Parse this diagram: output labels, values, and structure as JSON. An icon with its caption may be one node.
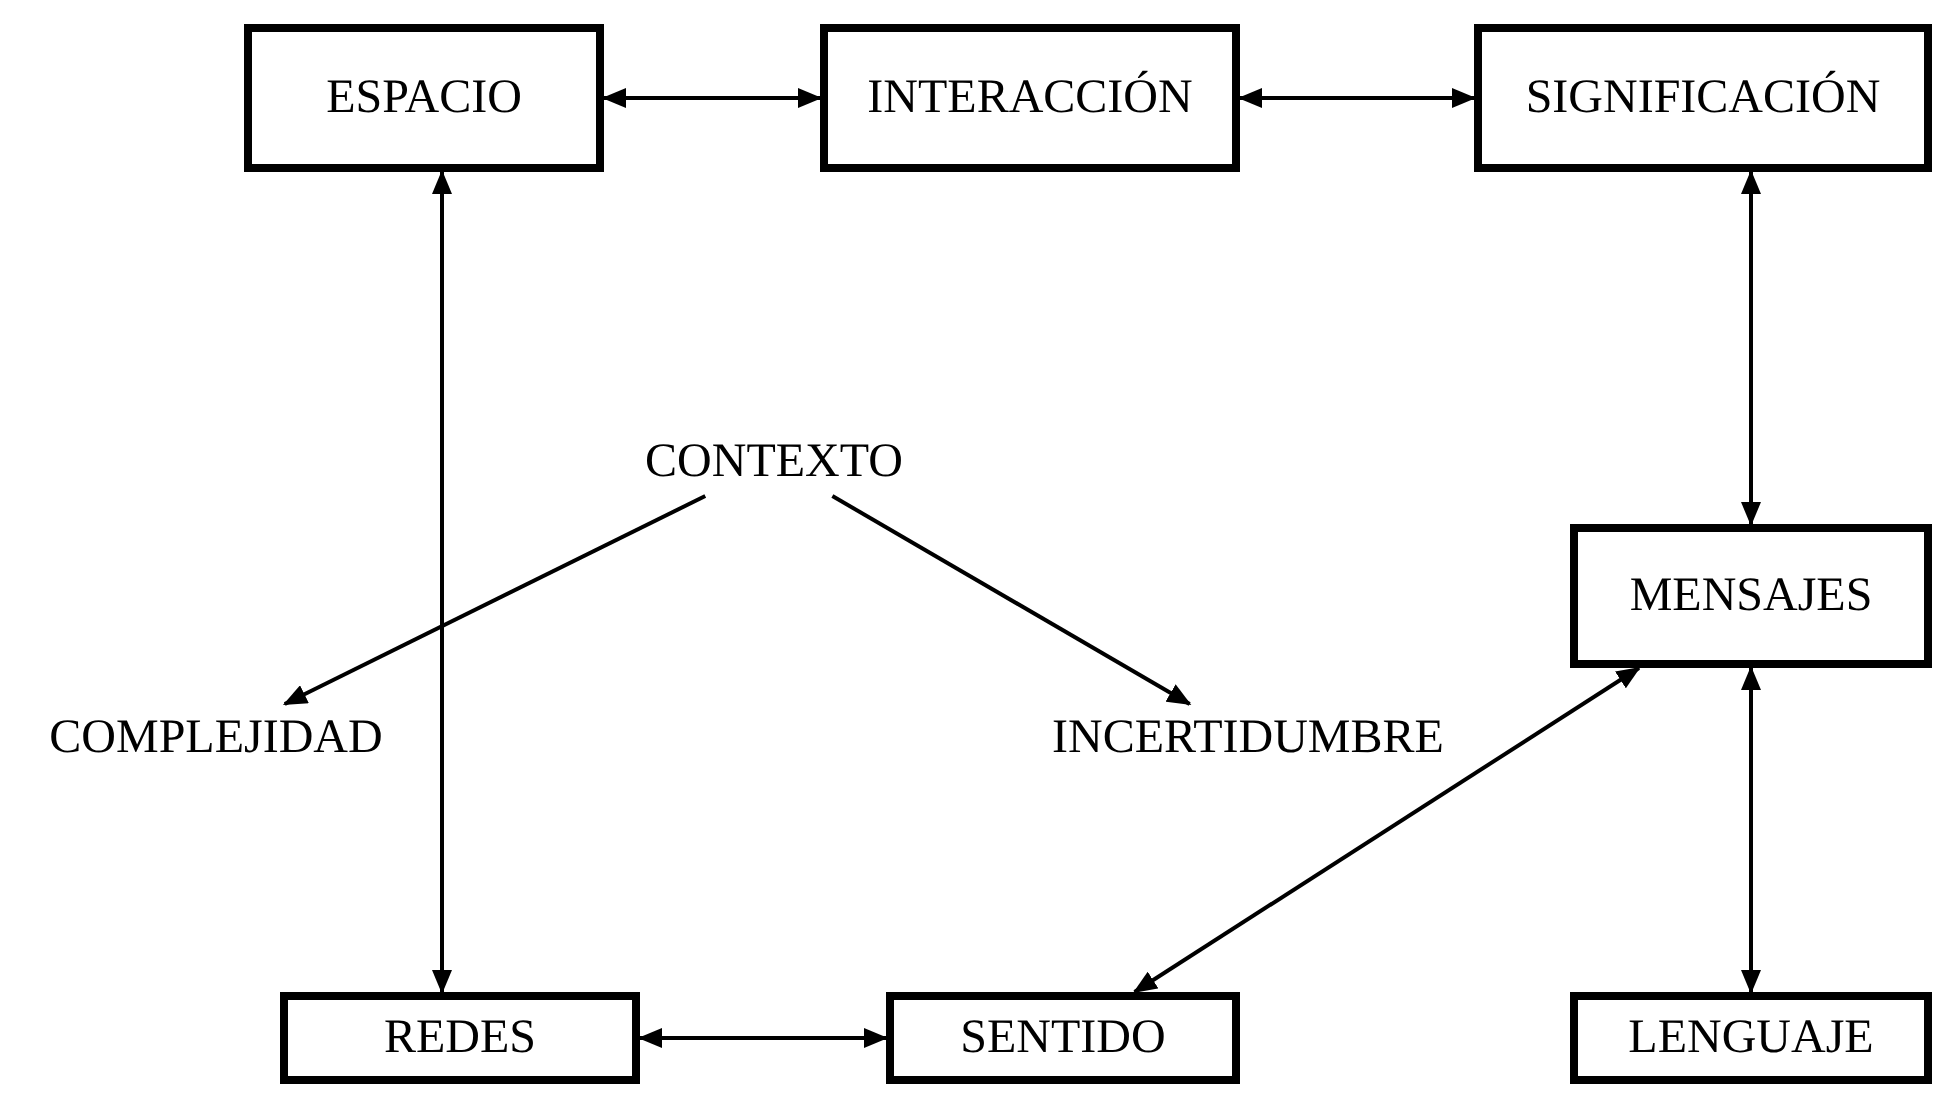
{
  "diagram": {
    "nodes": [
      {
        "text": [
          "ESPACIO"
        ]
      },
      {
        "text": [
          "INTERACCIÓN"
        ]
      },
      {
        "text": [
          "SIGNIFICACIÓN"
        ]
      },
      {
        "text": [
          "CONTEXTO"
        ]
      },
      {
        "text": [
          "COMPLEJIDAD"
        ]
      },
      {
        "text": [
          "INCERTIDUMBRE"
        ]
      },
      {
        "text": [
          "MENSAJES"
        ]
      },
      {
        "text": [
          "REDES"
        ]
      },
      {
        "text": [
          "SENTIDO"
        ]
      },
      {
        "text": [
          "LENGUAJE"
        ]
      }
    ],
    "edges": [
      {
        "from": 0,
        "to": 1,
        "arrow": "both"
      },
      {
        "from": 1,
        "to": 2,
        "arrow": "both"
      },
      {
        "from": 0,
        "to": 7,
        "arrow": "both"
      },
      {
        "from": 2,
        "to": 6,
        "arrow": "both"
      },
      {
        "from": 3,
        "to": 4,
        "arrow": "to"
      },
      {
        "from": 3,
        "to": 5,
        "arrow": "to"
      },
      {
        "from": 6,
        "to": 8,
        "arrow": "both"
      },
      {
        "from": 6,
        "to": 9,
        "arrow": "both"
      },
      {
        "from": 7,
        "to": 8,
        "arrow": "both"
      }
    ]
  }
}
